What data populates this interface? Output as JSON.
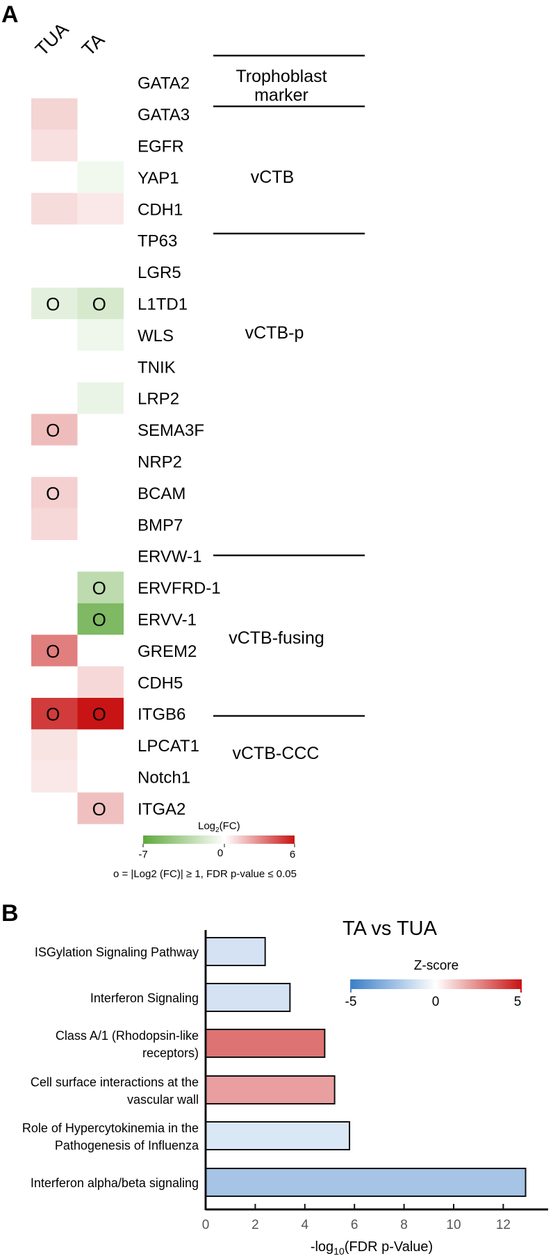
{
  "panelA": {
    "letter": "A",
    "columns": [
      "TUA",
      "TA"
    ],
    "genes": [
      "GATA2",
      "GATA3",
      "EGFR",
      "YAP1",
      "CDH1",
      "TP63",
      "LGR5",
      "L1TD1",
      "WLS",
      "TNIK",
      "LRP2",
      "SEMA3F",
      "NRP2",
      "BCAM",
      "BMP7",
      "ERVW-1",
      "ERVFRD-1",
      "ERVV-1",
      "GREM2",
      "CDH5",
      "ITGB6",
      "LPCAT1",
      "Notch1",
      "ITGA2"
    ],
    "groups": [
      {
        "label": [
          "Trophoblast",
          "marker"
        ]
      },
      {
        "label": [
          "vCTB"
        ]
      },
      {
        "label": [
          "vCTB-p"
        ]
      },
      {
        "label": [
          "vCTB-fusing"
        ]
      },
      {
        "label": [
          "vCTB-CCC"
        ]
      }
    ],
    "legend": {
      "title_base": "Log",
      "title_sub": "2",
      "title_end": "(FC)",
      "min_label": "-7",
      "mid_label": "0",
      "max_label": "6",
      "min": -7,
      "max": 6,
      "color_neg": "#5fa83c",
      "color_mid": "#ffffff",
      "color_pos": "#c81414",
      "note": "o = |Log2 (FC)| ≥ 1, FDR p-value ≤ 0.05"
    },
    "marker_symbol": "O"
  },
  "chart_data": [
    {
      "type": "heatmap",
      "rows": [
        "GATA2",
        "GATA3",
        "EGFR",
        "YAP1",
        "CDH1",
        "TP63",
        "LGR5",
        "L1TD1",
        "WLS",
        "TNIK",
        "LRP2",
        "SEMA3F",
        "NRP2",
        "BCAM",
        "BMP7",
        "ERVW-1",
        "ERVFRD-1",
        "ERVV-1",
        "GREM2",
        "CDH5",
        "ITGB6",
        "LPCAT1",
        "Notch1",
        "ITGA2"
      ],
      "columns": [
        "TUA",
        "TA"
      ],
      "values": [
        [
          0,
          0
        ],
        [
          1.1,
          0
        ],
        [
          0.8,
          0
        ],
        [
          0,
          -0.6
        ],
        [
          0.9,
          0.6
        ],
        [
          0,
          0
        ],
        [
          0,
          0
        ],
        [
          -1.2,
          -1.8
        ],
        [
          0,
          -0.7
        ],
        [
          0,
          0
        ],
        [
          0,
          -0.9
        ],
        [
          1.7,
          0
        ],
        [
          0,
          0
        ],
        [
          1.2,
          0
        ],
        [
          1.0,
          0
        ],
        [
          0,
          0
        ],
        [
          0,
          -2.9
        ],
        [
          0,
          -5.6
        ],
        [
          3.3,
          0
        ],
        [
          0,
          1.0
        ],
        [
          5.0,
          6.0
        ],
        [
          0.7,
          0
        ],
        [
          0.6,
          0
        ],
        [
          0,
          1.6
        ]
      ],
      "significant": [
        [
          false,
          false
        ],
        [
          false,
          false
        ],
        [
          false,
          false
        ],
        [
          false,
          false
        ],
        [
          false,
          false
        ],
        [
          false,
          false
        ],
        [
          false,
          false
        ],
        [
          true,
          true
        ],
        [
          false,
          false
        ],
        [
          false,
          false
        ],
        [
          false,
          false
        ],
        [
          true,
          false
        ],
        [
          false,
          false
        ],
        [
          true,
          false
        ],
        [
          false,
          false
        ],
        [
          false,
          false
        ],
        [
          false,
          true
        ],
        [
          false,
          true
        ],
        [
          true,
          false
        ],
        [
          false,
          false
        ],
        [
          true,
          true
        ],
        [
          false,
          false
        ],
        [
          false,
          false
        ],
        [
          false,
          true
        ]
      ],
      "color_range": [
        -7,
        6
      ]
    },
    {
      "type": "bar",
      "orientation": "horizontal",
      "title": "TA vs TUA",
      "categories": [
        "ISGylation Signaling Pathway",
        "Interferon Signaling",
        "Class A/1 (Rhodopsin-like receptors)",
        "Cell surface interactions at the vascular wall",
        "Role of Hypercytokinemia in the Pathogenesis of Influenza",
        "Interferon alpha/beta signaling"
      ],
      "values": [
        2.4,
        3.4,
        4.8,
        5.2,
        5.8,
        12.9
      ],
      "zscores": [
        -1.3,
        -1.3,
        3.5,
        2.4,
        -1.1,
        -2.7
      ],
      "xlabel_pre": "-log",
      "xlabel_sub": "10",
      "xlabel_post": "(FDR p-Value)",
      "xticks": [
        "0",
        "2",
        "4",
        "6",
        "8",
        "10",
        "12"
      ],
      "xlim": [
        0,
        13.8
      ],
      "zscore_legend": {
        "title": "Z-score",
        "min_label": "-5",
        "mid_label": "0",
        "max_label": "5",
        "min": -5,
        "max": 5,
        "color_neg": "#3b7ec8",
        "color_mid": "#ffffff",
        "color_pos": "#c81414"
      }
    }
  ],
  "panelB": {
    "letter": "B",
    "labels": [
      [
        "ISGylation Signaling Pathway"
      ],
      [
        "Interferon Signaling"
      ],
      [
        "Class A/1 (Rhodopsin-like",
        "receptors)"
      ],
      [
        "Cell surface interactions at the",
        "vascular wall"
      ],
      [
        "Role of Hypercytokinemia in the",
        "Pathogenesis of Influenza"
      ],
      [
        "Interferon alpha/beta signaling"
      ]
    ]
  }
}
